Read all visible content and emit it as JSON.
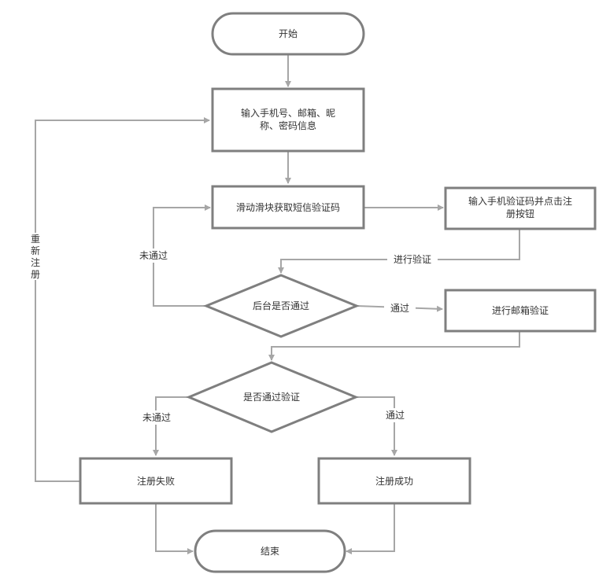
{
  "nodes": {
    "start": "开始",
    "input_info_line1": "输入手机号、邮箱、昵",
    "input_info_line2": "称、密码信息",
    "slide_captcha": "滑动滑块获取短信验证码",
    "enter_code_line1": "输入手机验证码并点击注",
    "enter_code_line2": "册按钮",
    "backend_check": "后台是否通过",
    "email_verify": "进行邮箱验证",
    "verify_check": "是否通过验证",
    "reg_fail": "注册失败",
    "reg_success": "注册成功",
    "end": "结束"
  },
  "edges": {
    "do_verify": "进行验证",
    "not_passed_1": "未通过",
    "passed_1": "通过",
    "not_passed_2": "未通过",
    "passed_2": "通过",
    "re_register_1": "重",
    "re_register_2": "新",
    "re_register_3": "注",
    "re_register_4": "册"
  },
  "colors": {
    "shape_border": "#7f7f7f",
    "connector": "#a6a6a6",
    "text": "#333333"
  }
}
